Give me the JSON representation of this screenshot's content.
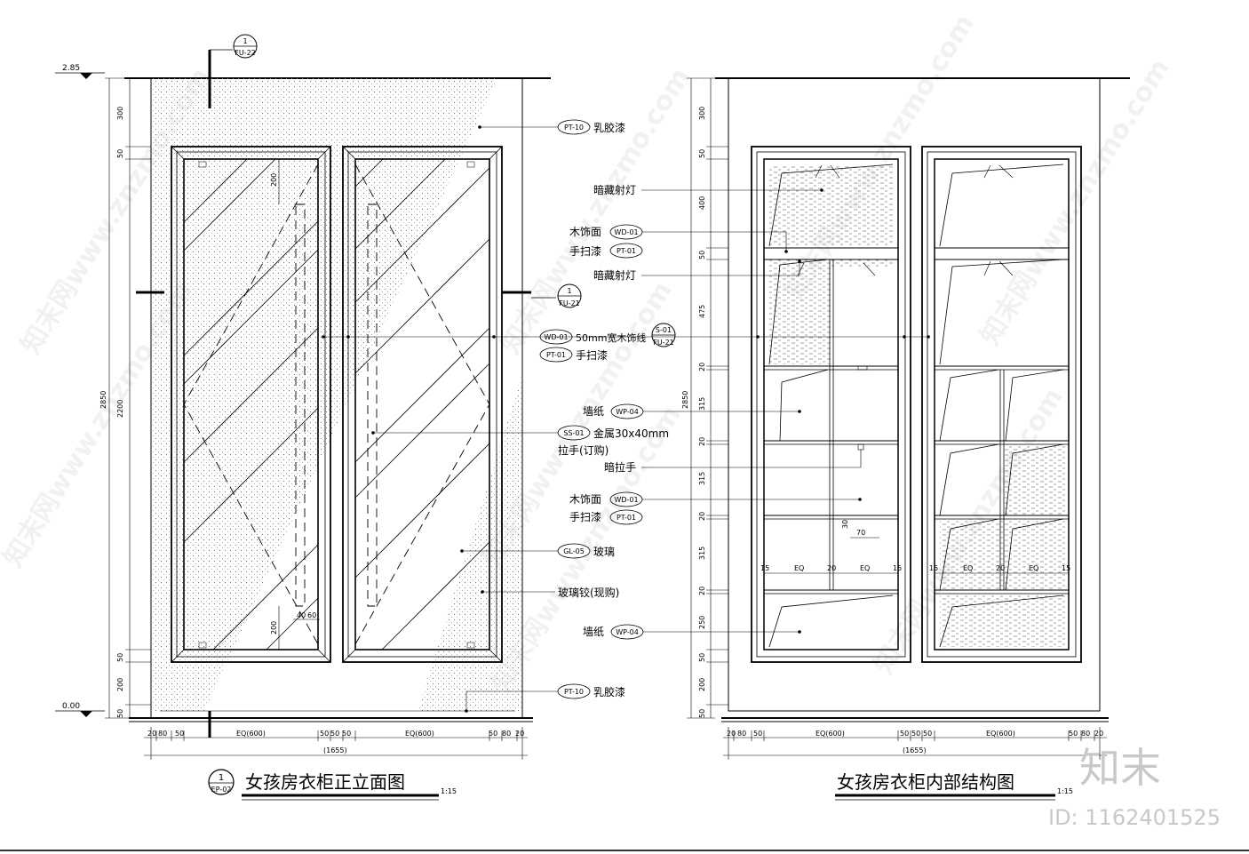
{
  "left_view": {
    "title": "女孩房衣柜正立面图",
    "scale": "1:15",
    "badge": {
      "num": "1",
      "ref": "EP-02"
    },
    "level_top": "2.85",
    "level_bottom": "0.00",
    "ref_top": {
      "num": "1",
      "ref": "FU-22"
    },
    "ref_mid": {
      "num": "1",
      "ref": "FU-21"
    },
    "v_dims_outer": [
      "300",
      "50",
      "2200",
      "50",
      "200",
      "50"
    ],
    "v_dim_total": "2850",
    "v_dims_inner": [
      "200",
      "200"
    ],
    "h_dims": [
      "20",
      "80",
      "50",
      "EQ(600)",
      "50",
      "50",
      "50",
      "EQ(600)",
      "50",
      "80",
      "20"
    ],
    "h_dim_total": "(1655)",
    "handle_dims": [
      "40",
      "60"
    ]
  },
  "right_view": {
    "title": "女孩房衣柜内部结构图",
    "scale": "1:15",
    "v_dims": [
      "300",
      "50",
      "400",
      "50",
      "475",
      "20",
      "315",
      "20",
      "315",
      "20",
      "315",
      "20",
      "250",
      "50",
      "200",
      "50"
    ],
    "v_dim_total": "2850",
    "h_dims": [
      "20",
      "80",
      "50",
      "EQ(600)",
      "50",
      "50",
      "50",
      "EQ(600)",
      "50",
      "80",
      "20"
    ],
    "h_dim_total": "(1655)",
    "inner_dims": [
      "15",
      "EQ",
      "20",
      "EQ",
      "15",
      "15",
      "EQ",
      "20",
      "EQ",
      "15"
    ],
    "small_dims": [
      "30",
      "70"
    ]
  },
  "callouts": [
    {
      "tag": "PT-10",
      "text": "乳胶漆"
    },
    {
      "pre": "",
      "tag": "",
      "text": "暗藏射灯"
    },
    {
      "pre": "木饰面",
      "tag": "WD-01",
      "text": ""
    },
    {
      "pre": "手扫漆",
      "tag": "PT-01",
      "text": ""
    },
    {
      "pre": "",
      "tag": "",
      "text": "暗藏射灯"
    },
    {
      "pre": "",
      "tag": "WD-01",
      "text": "50mm宽木饰线"
    },
    {
      "pre": "",
      "tag": "PT-01",
      "text": "手扫漆"
    },
    {
      "pre": "墙纸",
      "tag": "WP-04",
      "text": ""
    },
    {
      "pre": "",
      "tag": "SS-01",
      "text": "金属30x40mm"
    },
    {
      "pre": "拉手(订购)",
      "tag": "",
      "text": ""
    },
    {
      "pre": "",
      "tag": "",
      "text": "暗拉手"
    },
    {
      "pre": "木饰面",
      "tag": "WD-01",
      "text": ""
    },
    {
      "pre": "手扫漆",
      "tag": "PT-01",
      "text": ""
    },
    {
      "pre": "",
      "tag": "GL-05",
      "text": "玻璃"
    },
    {
      "pre": "",
      "tag": "",
      "text": "玻璃铰(现购)"
    },
    {
      "pre": "墙纸",
      "tag": "WP-04",
      "text": ""
    },
    {
      "pre": "",
      "tag": "PT-10",
      "text": "乳胶漆"
    }
  ],
  "ref_right_mid": {
    "num": "S-01",
    "ref": "FU-21"
  },
  "watermark": {
    "text": "知末网www.znzmo.com"
  },
  "logo": {
    "text": "知末"
  },
  "id_text": "ID: 1162401525"
}
